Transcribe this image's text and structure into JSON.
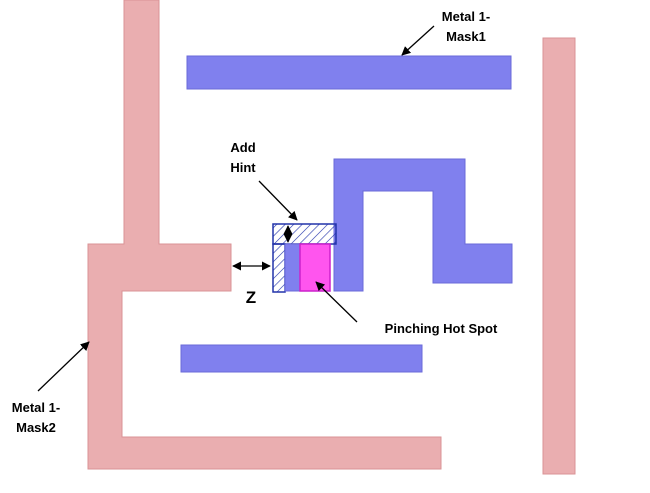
{
  "labels": {
    "mask1_line1": "Metal 1-",
    "mask1_line2": "Mask1",
    "mask2_line1": "Metal 1-",
    "mask2_line2": "Mask2",
    "hint_line1": "Add",
    "hint_line2": "Hint",
    "z": "Z",
    "hotspot": "Pinching Hot Spot"
  },
  "colors": {
    "mask1_fill": "#8080ee",
    "mask1_stroke": "#6a6ad8",
    "mask2_fill": "#eaaeb0",
    "mask2_stroke": "#d99396",
    "hotspot_fill": "#ff55ee",
    "hotspot_stroke": "#cc22cc",
    "hint_stroke": "#2233aa",
    "hint_fill": "#ffffff"
  }
}
